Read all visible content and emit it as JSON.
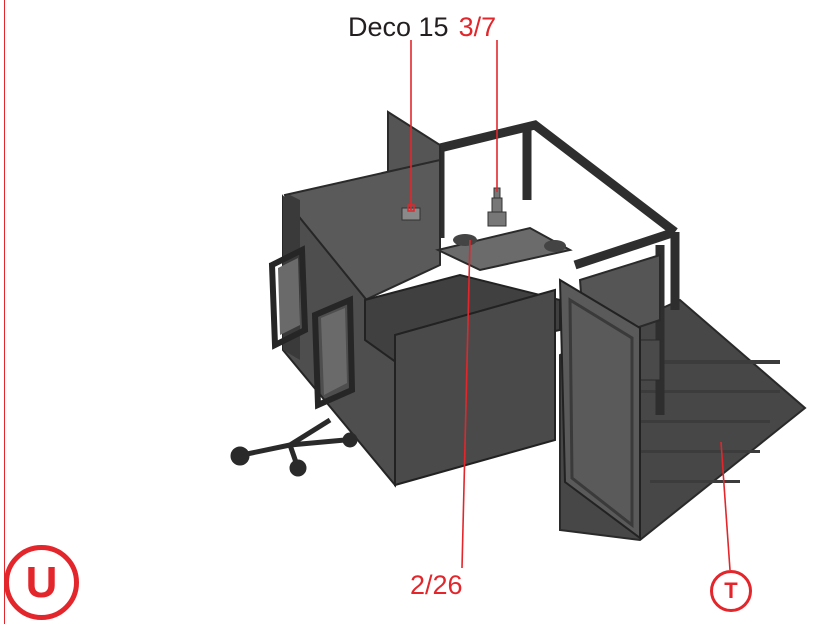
{
  "header": {
    "model": "Deco 15",
    "step_ref": "3/7"
  },
  "callouts": {
    "part_ref": "2/26"
  },
  "markers": {
    "u_label": "U",
    "t_label": "T"
  },
  "colors": {
    "accent": "#e3262b",
    "text": "#231f20",
    "model_dark": "#3a3a3a"
  },
  "icons": {
    "u_marker": "circle-u-icon",
    "t_marker": "circle-t-icon"
  }
}
